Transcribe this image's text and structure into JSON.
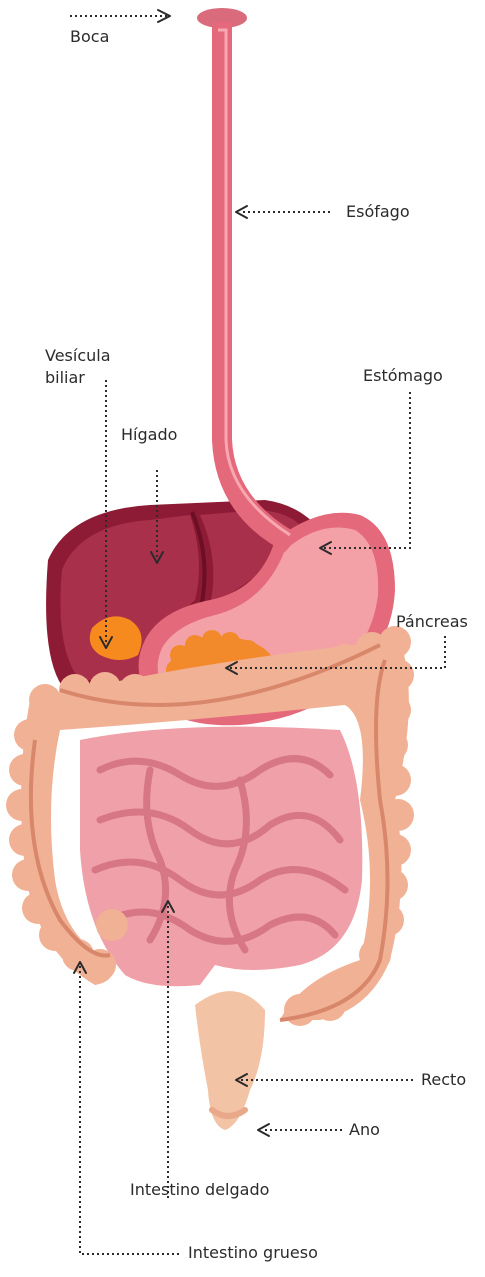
{
  "labels": {
    "boca": "Boca",
    "esofago": "Esófago",
    "vesicula_line1": "Vesícula",
    "vesicula_line2": "biliar",
    "estomago": "Estómago",
    "higado": "Hígado",
    "pancreas": "Páncreas",
    "recto": "Recto",
    "ano": "Ano",
    "intestino_delgado": "Intestino delgado",
    "intestino_grueso": "Intestino grueso"
  },
  "colors": {
    "liver": "#8e1b35",
    "liver_light": "#a8304a",
    "esophagus": "#e4697b",
    "stomach": "#e97a88",
    "stomach_light": "#f3a0a7",
    "gallbladder": "#f68a1e",
    "pancreas": "#f28a2c",
    "small_intestine": "#f0a0a8",
    "large_intestine": "#f1b195",
    "large_intestine_dark": "#d8876b",
    "rectum": "#f2c3a5",
    "line": "#2b2b2b"
  }
}
